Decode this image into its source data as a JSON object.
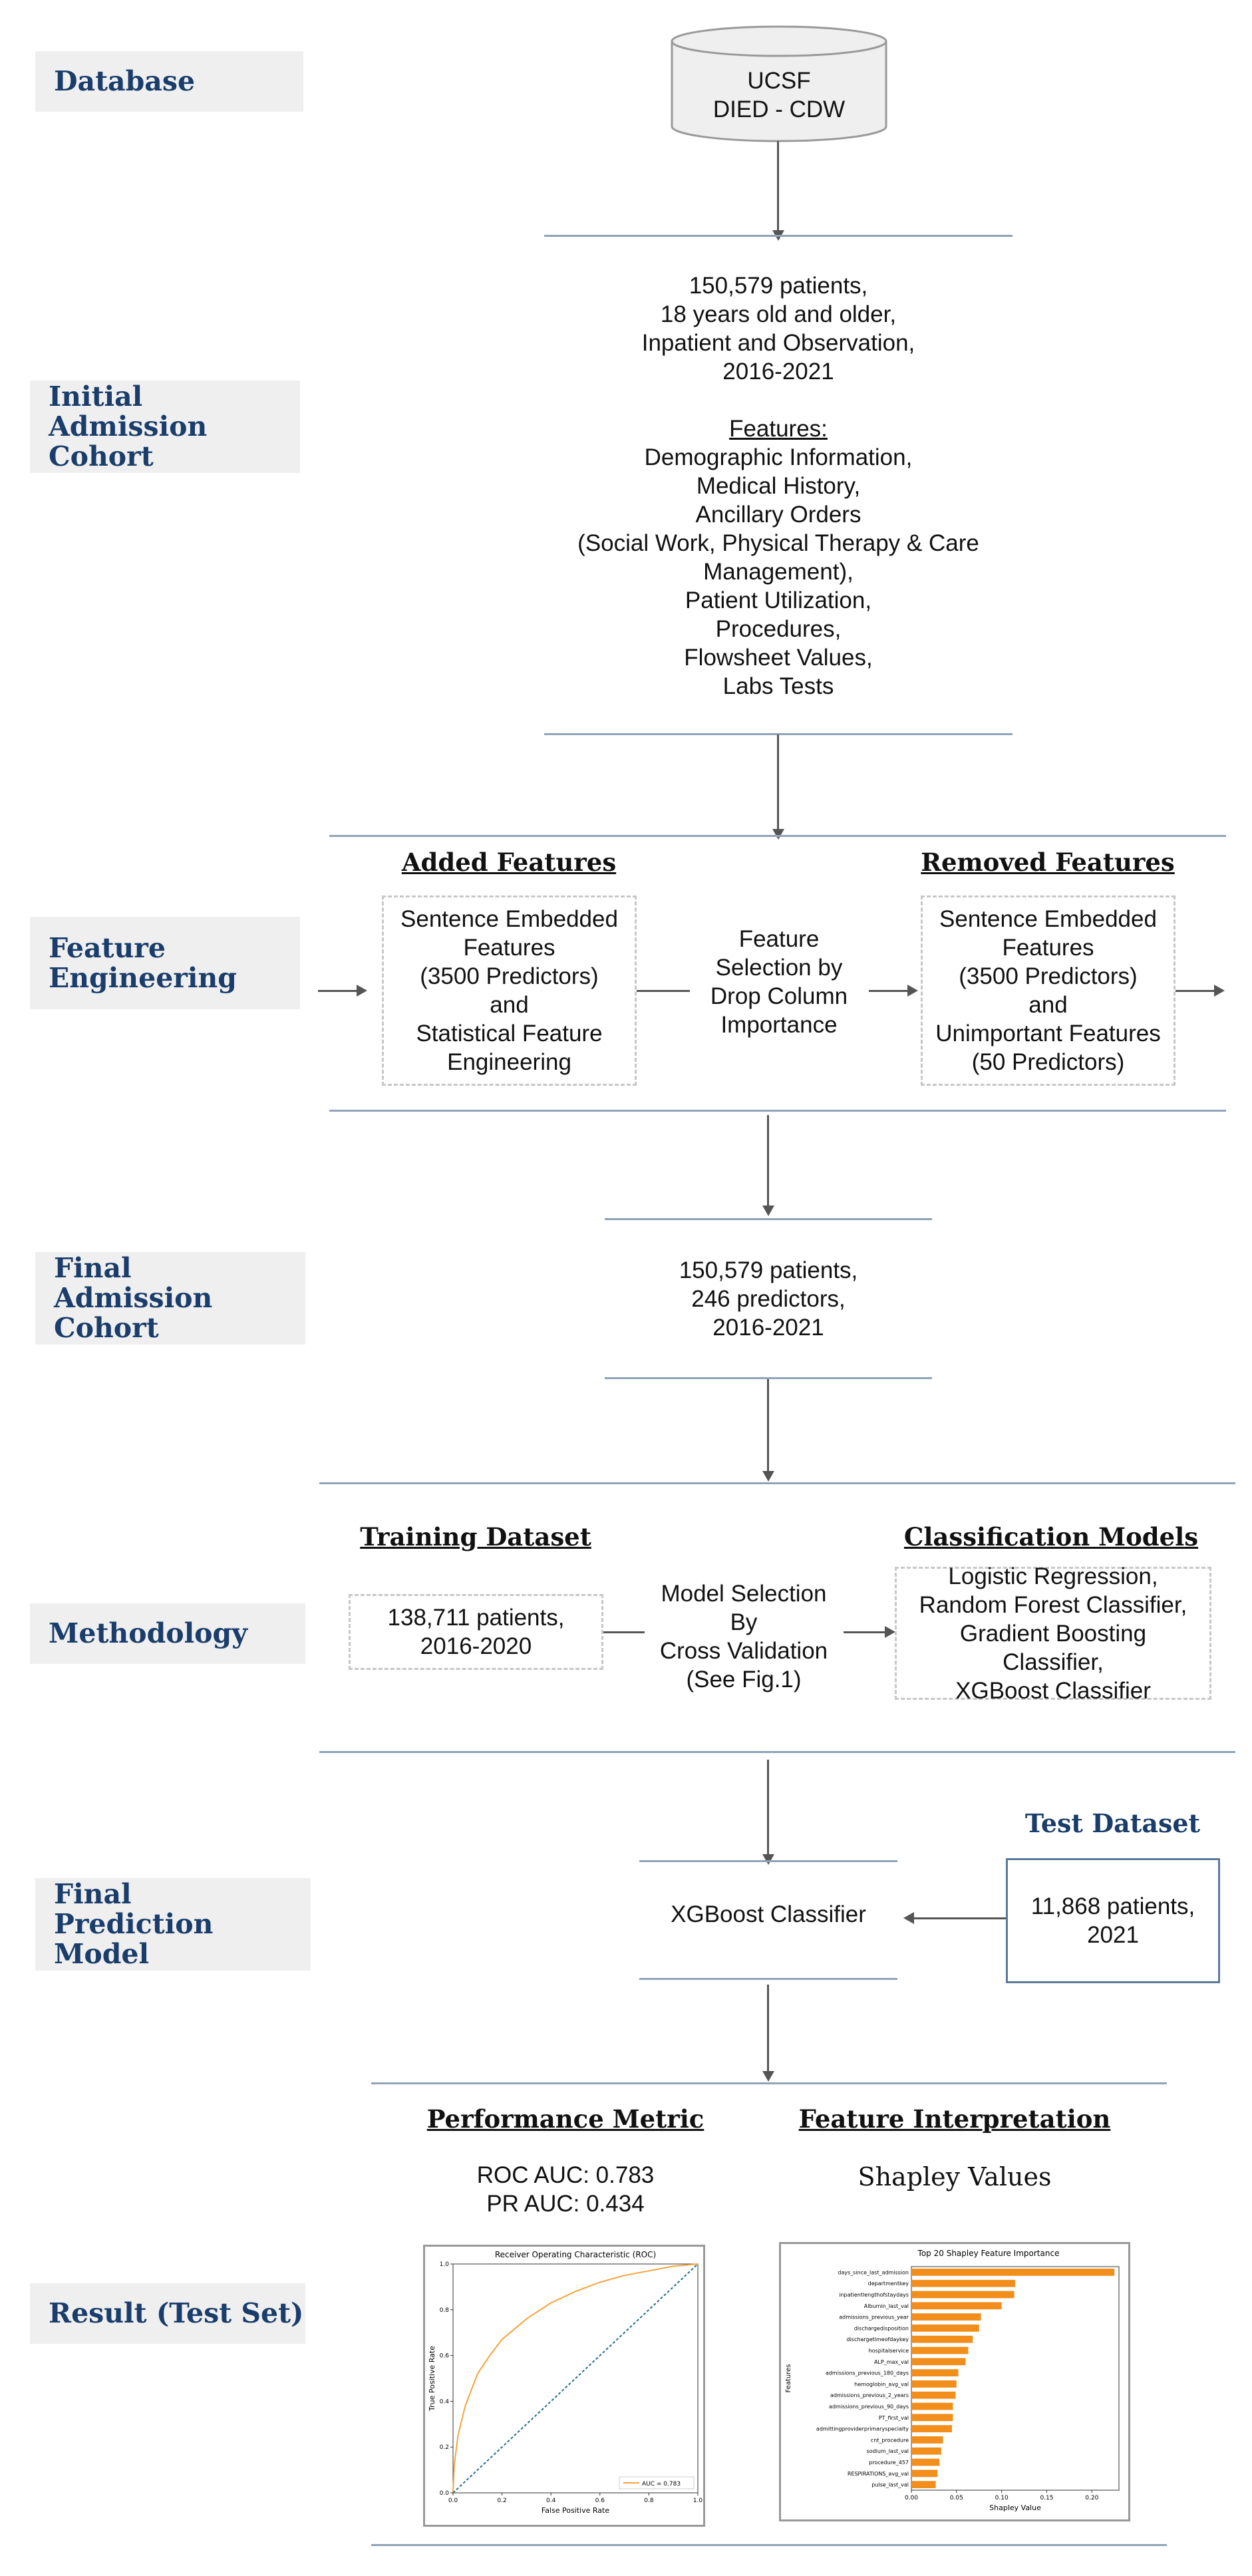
{
  "stages": {
    "database": "Database",
    "initial_cohort": [
      "Initial",
      "Admission Cohort"
    ],
    "feature_engineering": [
      "Feature",
      "Engineering"
    ],
    "final_cohort": [
      "Final",
      "Admission Cohort"
    ],
    "methodology": "Methodology",
    "final_model": [
      "Final",
      "Prediction Model"
    ],
    "result": "Result (Test Set)"
  },
  "database": {
    "lines": [
      "UCSF",
      "DIED - CDW"
    ]
  },
  "initial_cohort": {
    "lines": [
      "150,579 patients,",
      "18 years old and older,",
      "Inpatient and Observation,",
      "2016-2021"
    ],
    "features_heading": "Features:",
    "features": [
      "Demographic Information,",
      "Medical History,",
      "Ancillary Orders",
      "(Social Work, Physical Therapy & Care",
      "Management),",
      "Patient Utilization,",
      "Procedures,",
      "Flowsheet Values,",
      "Labs Tests"
    ]
  },
  "feature_engineering": {
    "added_heading": "Added Features",
    "added_lines": [
      "Sentence Embedded",
      "Features",
      "(3500 Predictors)",
      "and",
      "Statistical Feature",
      "Engineering"
    ],
    "selection_lines": [
      "Feature",
      "Selection by",
      "Drop Column",
      "Importance"
    ],
    "removed_heading": "Removed Features",
    "removed_lines": [
      "Sentence Embedded",
      "Features",
      "(3500 Predictors)",
      "and",
      "Unimportant Features",
      "(50 Predictors)"
    ]
  },
  "final_cohort": {
    "lines": [
      "150,579 patients,",
      "246 predictors,",
      "2016-2021"
    ]
  },
  "methodology": {
    "training_heading": "Training Dataset",
    "training_lines": [
      "138,711 patients,",
      "2016-2020"
    ],
    "selection_lines": [
      "Model Selection",
      "By",
      "Cross Validation",
      "(See Fig.1)"
    ],
    "models_heading": "Classification Models",
    "models_lines": [
      "Logistic Regression,",
      "Random Forest Classifier,",
      "Gradient Boosting",
      "Classifier,",
      "XGBoost Classifier"
    ]
  },
  "final_model": {
    "classifier": "XGBoost Classifier",
    "test_heading": "Test Dataset",
    "test_lines": [
      "11,868 patients,",
      "2021"
    ]
  },
  "result": {
    "metric_heading": "Performance Metric",
    "metric_lines": [
      "ROC AUC: 0.783",
      "PR AUC: 0.434"
    ],
    "interp_heading": "Feature Interpretation",
    "interp_sub": "Shapley Values"
  },
  "chart_data": [
    {
      "type": "line",
      "title": "Receiver Operating Characteristic (ROC)",
      "xlabel": "False Positive Rate",
      "ylabel": "True Positive Rate",
      "xlim": [
        0,
        1
      ],
      "ylim": [
        0,
        1
      ],
      "xticks": [
        "0.0",
        "0.2",
        "0.4",
        "0.6",
        "0.8",
        "1.0"
      ],
      "yticks": [
        "0.0",
        "0.2",
        "0.4",
        "0.6",
        "0.8",
        "1.0"
      ],
      "legend_position": "bottom-right",
      "series": [
        {
          "name": "AUC = 0.783",
          "color": "#f5a33a",
          "x": [
            0,
            0.005,
            0.02,
            0.05,
            0.1,
            0.15,
            0.2,
            0.3,
            0.4,
            0.5,
            0.6,
            0.7,
            0.8,
            0.9,
            1.0
          ],
          "y": [
            0,
            0.12,
            0.25,
            0.38,
            0.52,
            0.6,
            0.67,
            0.76,
            0.83,
            0.88,
            0.92,
            0.95,
            0.97,
            0.99,
            1.0
          ]
        },
        {
          "name": "",
          "color": "#1f6d8c",
          "dashed": true,
          "x": [
            0,
            1
          ],
          "y": [
            0,
            1
          ]
        }
      ]
    },
    {
      "type": "bar",
      "orientation": "horizontal",
      "title": "Top 20 Shapley Feature Importance",
      "xlabel": "Shapley Value",
      "ylabel": "Features",
      "xlim": [
        0,
        0.23
      ],
      "xticks": [
        "0.00",
        "0.05",
        "0.10",
        "0.15",
        "0.20"
      ],
      "color": "#f28e1c",
      "categories": [
        "days_since_last_admission",
        "departmentkey",
        "inpatientlengthofstaydays",
        "Albumin_last_val",
        "admissions_previous_year",
        "dischargedisposition",
        "dischargetimeofdaykey",
        "hospitalservice",
        "ALP_max_val",
        "admissions_previous_180_days",
        "hemoglobin_avg_val",
        "admissions_previous_2_years",
        "admissions_previous_90_days",
        "PT_first_val",
        "admittingproviderprimaryspecialty",
        "cnt_procedure",
        "sodium_last_val",
        "procedure_457",
        "RESPIRATIONS_avg_val",
        "pulse_last_val"
      ],
      "values": [
        0.225,
        0.115,
        0.114,
        0.1,
        0.077,
        0.075,
        0.068,
        0.063,
        0.06,
        0.052,
        0.05,
        0.049,
        0.046,
        0.046,
        0.045,
        0.035,
        0.033,
        0.031,
        0.029,
        0.027
      ]
    }
  ]
}
